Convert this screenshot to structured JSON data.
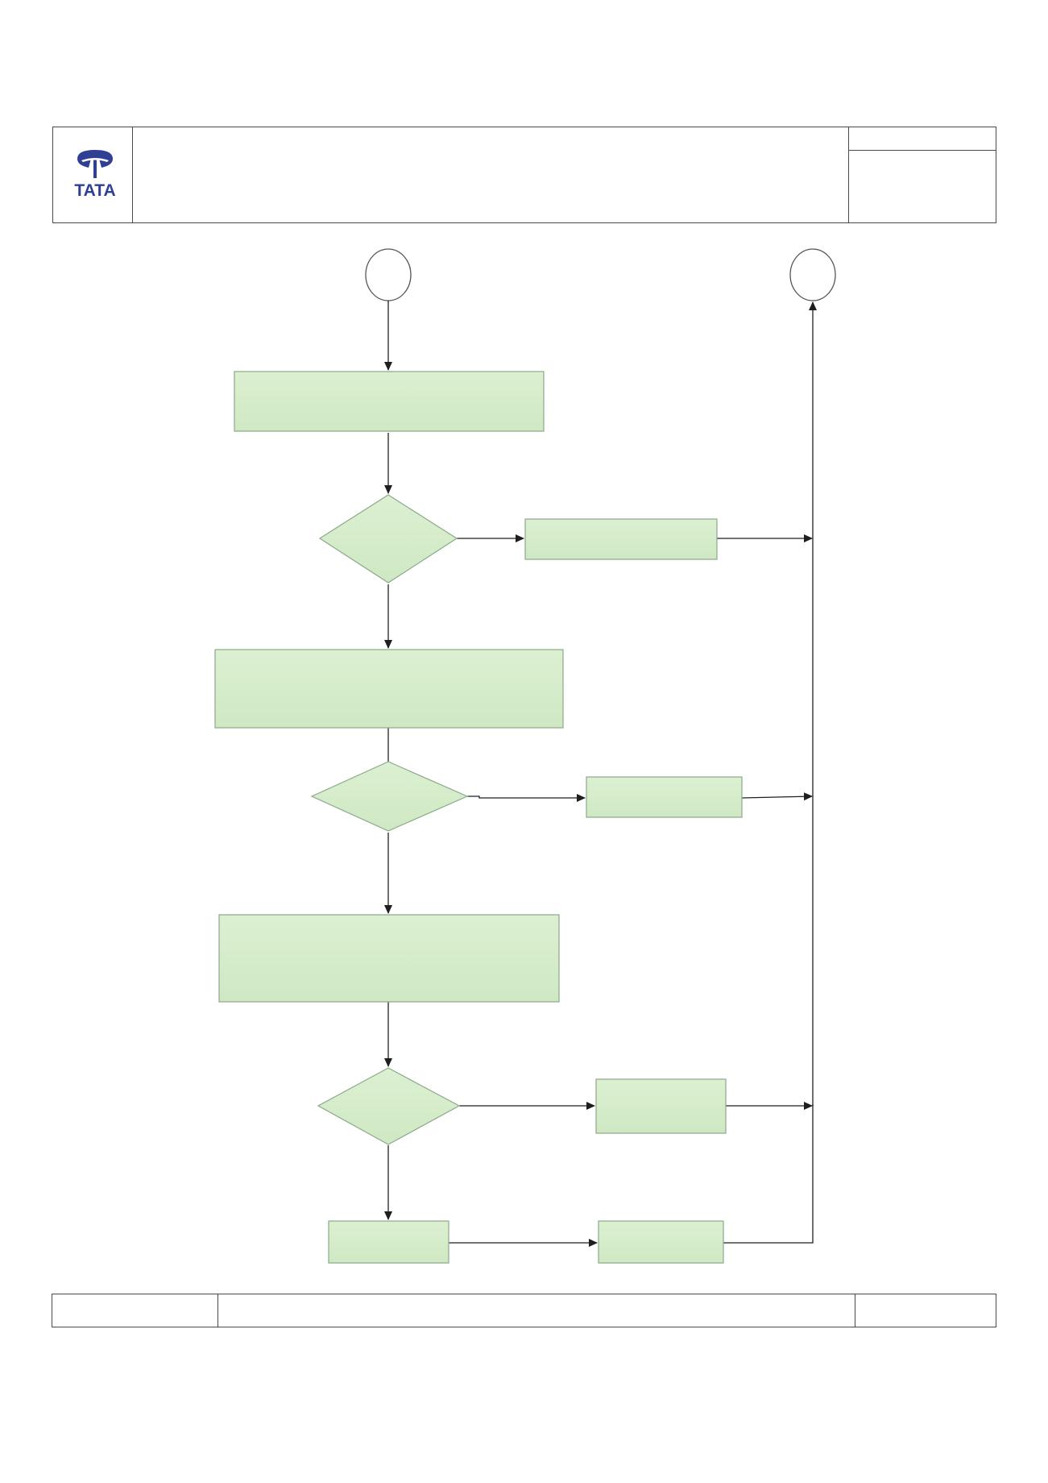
{
  "header": {
    "logo_text": "TATA",
    "title": "",
    "doc_number": "",
    "revision": ""
  },
  "flowchart": {
    "start_connector": "",
    "end_connector": "",
    "steps": [
      {
        "id": "process-1",
        "kind": "process",
        "label": ""
      },
      {
        "id": "decision-1",
        "kind": "decision",
        "label": ""
      },
      {
        "id": "action-1",
        "kind": "process",
        "label": ""
      },
      {
        "id": "process-2",
        "kind": "process",
        "label": ""
      },
      {
        "id": "decision-2",
        "kind": "decision",
        "label": ""
      },
      {
        "id": "action-2",
        "kind": "process",
        "label": ""
      },
      {
        "id": "process-3",
        "kind": "process",
        "label": ""
      },
      {
        "id": "decision-3",
        "kind": "decision",
        "label": ""
      },
      {
        "id": "action-3",
        "kind": "process",
        "label": ""
      },
      {
        "id": "process-4",
        "kind": "process",
        "label": ""
      },
      {
        "id": "action-4",
        "kind": "process",
        "label": ""
      }
    ],
    "colors": {
      "shape_fill": "#d5ecc9",
      "shape_stroke": "#8aa98a",
      "line": "#1f1f1f",
      "logo_blue": "#2e3f94"
    }
  },
  "footer": {
    "left": "",
    "center": "",
    "right": ""
  }
}
